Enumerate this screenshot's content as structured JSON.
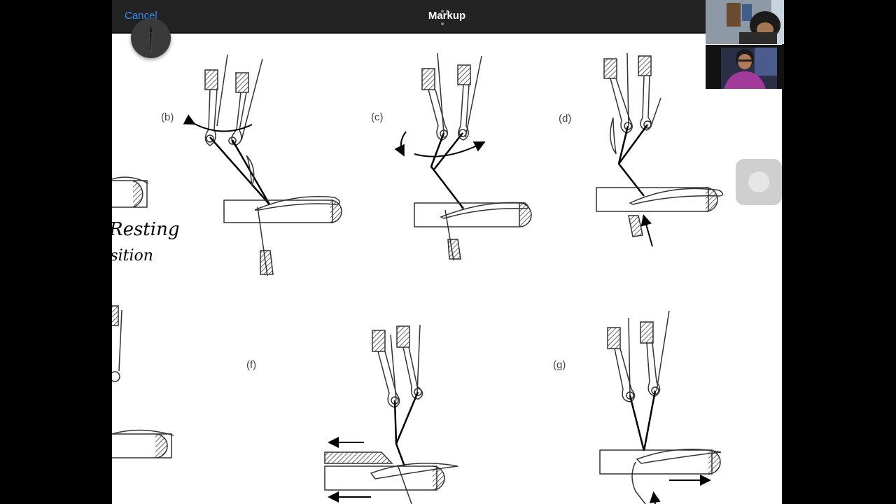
{
  "header": {
    "cancel_label": "Cancel",
    "title": "Markup"
  },
  "tools": {
    "pen": "pen-icon"
  },
  "diagram": {
    "labels": {
      "b": "(b)",
      "c": "(c)",
      "d": "(d)",
      "f": "(f)",
      "g": "(g)"
    },
    "handwriting": {
      "line1": "Resting",
      "line2": "position"
    }
  },
  "participants": {
    "tile1": "participant-video",
    "tile2": "participant-video"
  }
}
